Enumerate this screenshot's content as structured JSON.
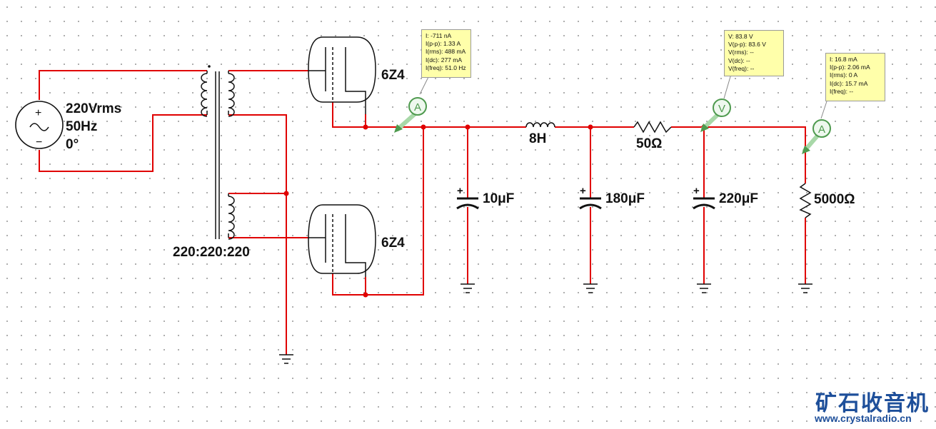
{
  "source": {
    "voltage": "220Vrms",
    "frequency": "50Hz",
    "phase": "0°",
    "plus": "+",
    "minus": "−",
    "ac_symbol": "~"
  },
  "transformer": {
    "ratio": "220:220:220"
  },
  "tubes": [
    {
      "label": "6Z4"
    },
    {
      "label": "6Z4"
    }
  ],
  "components": {
    "c1": "10μF",
    "inductor": "8H",
    "c2": "180μF",
    "resistor_series": "50Ω",
    "c3": "220μF",
    "load": "5000Ω",
    "plus_mark": "+"
  },
  "probes": {
    "ammeter1": {
      "symbol": "A",
      "lines": [
        "I: -711 nA",
        "I(p-p): 1.33 A",
        "I(rms): 488 mA",
        "I(dc): 277 mA",
        "I(freq): 51.0 Hz"
      ]
    },
    "voltmeter": {
      "symbol": "V",
      "lines": [
        "V: 83.8 V",
        "V(p-p): 83.6 V",
        "V(rms): --",
        "V(dc): --",
        "V(freq): --"
      ]
    },
    "ammeter2": {
      "symbol": "A",
      "lines": [
        "I: 16.8 mA",
        "I(p-p): 2.06 mA",
        "I(rms): 0 A",
        "I(dc): 15.7 mA",
        "I(freq): --"
      ]
    }
  },
  "watermark": {
    "title": "矿石收音机",
    "url": "www.crystalradio.cn"
  },
  "colors": {
    "wire": "#e00000",
    "component": "#111111",
    "probe_green": "#4e9a4e",
    "probe_box": "#ffffaa",
    "watermark": "#1e4f9a"
  }
}
